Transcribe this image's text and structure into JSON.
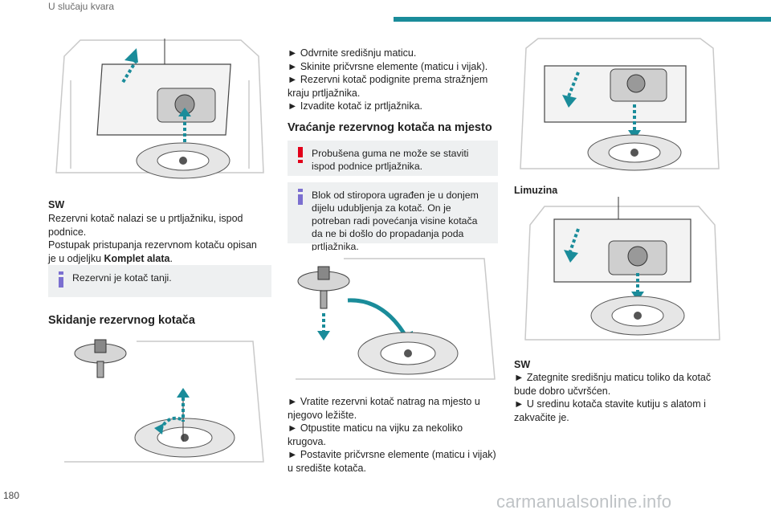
{
  "header": {
    "section_title": "U slučaju kvara",
    "accent_color": "#1a8c9a"
  },
  "page_number": "180",
  "watermark": "carmanualsonline.info",
  "left": {
    "sw_label": "SW",
    "p1": "Rezervni kotač nalazi se u prtljažniku, ispod podnice.",
    "p2_line1": "Postupak pristupanja rezervnom kotaču opisan",
    "p2_line2_pre": "je u odjeljku ",
    "p2_bold": "Komplet alata",
    "p2_end": ".",
    "note": "Rezervni je kotač tanji.",
    "heading": "Skidanje rezervnog kotača"
  },
  "middle": {
    "steps_top": [
      "► Odvrnite središnju maticu.",
      "► Skinite pričvrsne elemente (maticu i vijak).",
      "► Rezervni kotač podignite prema stražnjem",
      "kraju prtljažnika.",
      "► Izvadite kotač iz prtljažnika."
    ],
    "heading": "Vraćanje rezervnog kotača na mjesto",
    "warning": "Probušena guma ne može se staviti ispod podnice prtljažnika.",
    "info": "Blok od stiropora ugrađen je u donjem dijelu udubljenja za kotač. On je potreban radi povećanja visine kotača da ne bi došlo do propadanja poda prtljažnika.",
    "steps_bottom": [
      "► Vratite rezervni kotač natrag na mjesto u",
      "njegovo ležište.",
      "► Otpustite maticu na vijku za nekoliko krugova.",
      "► Postavite pričvrsne elemente (maticu i vijak)",
      "u središte kotača."
    ]
  },
  "right": {
    "limuzina_label": "Limuzina",
    "sw_label": "SW",
    "steps": [
      "► Zategnite središnju maticu toliko da kotač",
      "bude dobro učvršćen.",
      "► U sredinu kotača stavite kutiju s alatom i",
      "zakvačite je."
    ]
  },
  "icons": {
    "warning": "exclamation-icon",
    "info": "info-icon",
    "warning_color": "#e2001a",
    "info_color": "#7b6fd0"
  }
}
